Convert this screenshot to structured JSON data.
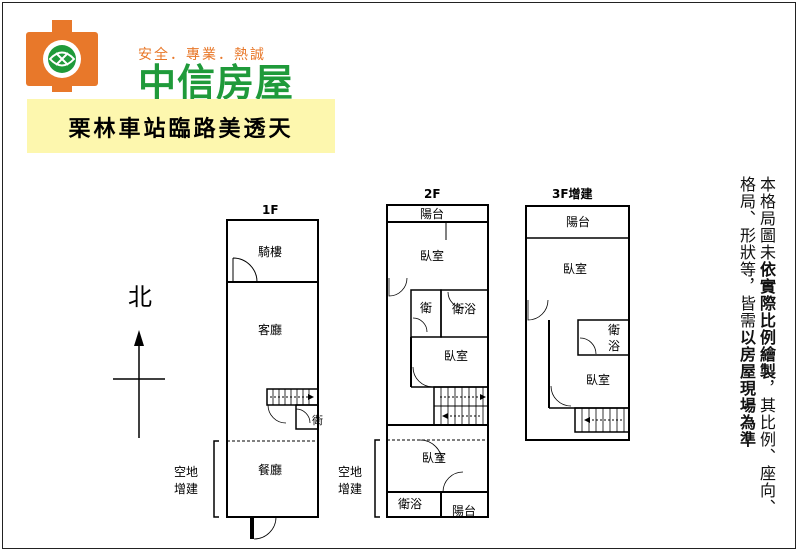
{
  "brand": {
    "slogan": "安全．專業．熱誠",
    "name": "中信房屋",
    "colors": {
      "orange": "#e8782a",
      "green": "#1f9a3a"
    }
  },
  "listing_title": "栗林車站臨路美透天",
  "compass": {
    "north": "北"
  },
  "floors": {
    "f1": {
      "label": "1F",
      "rooms": {
        "arcade": "騎樓",
        "living": "客廳",
        "dining": "餐廳",
        "bath": "衛"
      },
      "side_label": [
        "空地",
        "增建"
      ]
    },
    "f2": {
      "label": "2F",
      "rooms": {
        "balcony_top": "陽台",
        "bedroom1": "臥室",
        "wc": "衛",
        "bath": "衛浴",
        "bedroom2": "臥室",
        "bedroom3": "臥室",
        "bath2": "衛浴",
        "balcony_bottom": "陽台"
      },
      "side_label": [
        "空地",
        "增建"
      ]
    },
    "f3": {
      "label": "3F增建",
      "rooms": {
        "balcony": "陽台",
        "bedroom1": "臥室",
        "bath": [
          "衛",
          "浴"
        ],
        "bedroom2": "臥室"
      }
    }
  },
  "note": {
    "line1_a": "本格局圖未",
    "line1_b": "依實際比例繪製",
    "line1_c": "，其比例、座",
    "line2_a": "向、格局、形狀等，皆需",
    "line2_b": "以房屋現場為準"
  }
}
